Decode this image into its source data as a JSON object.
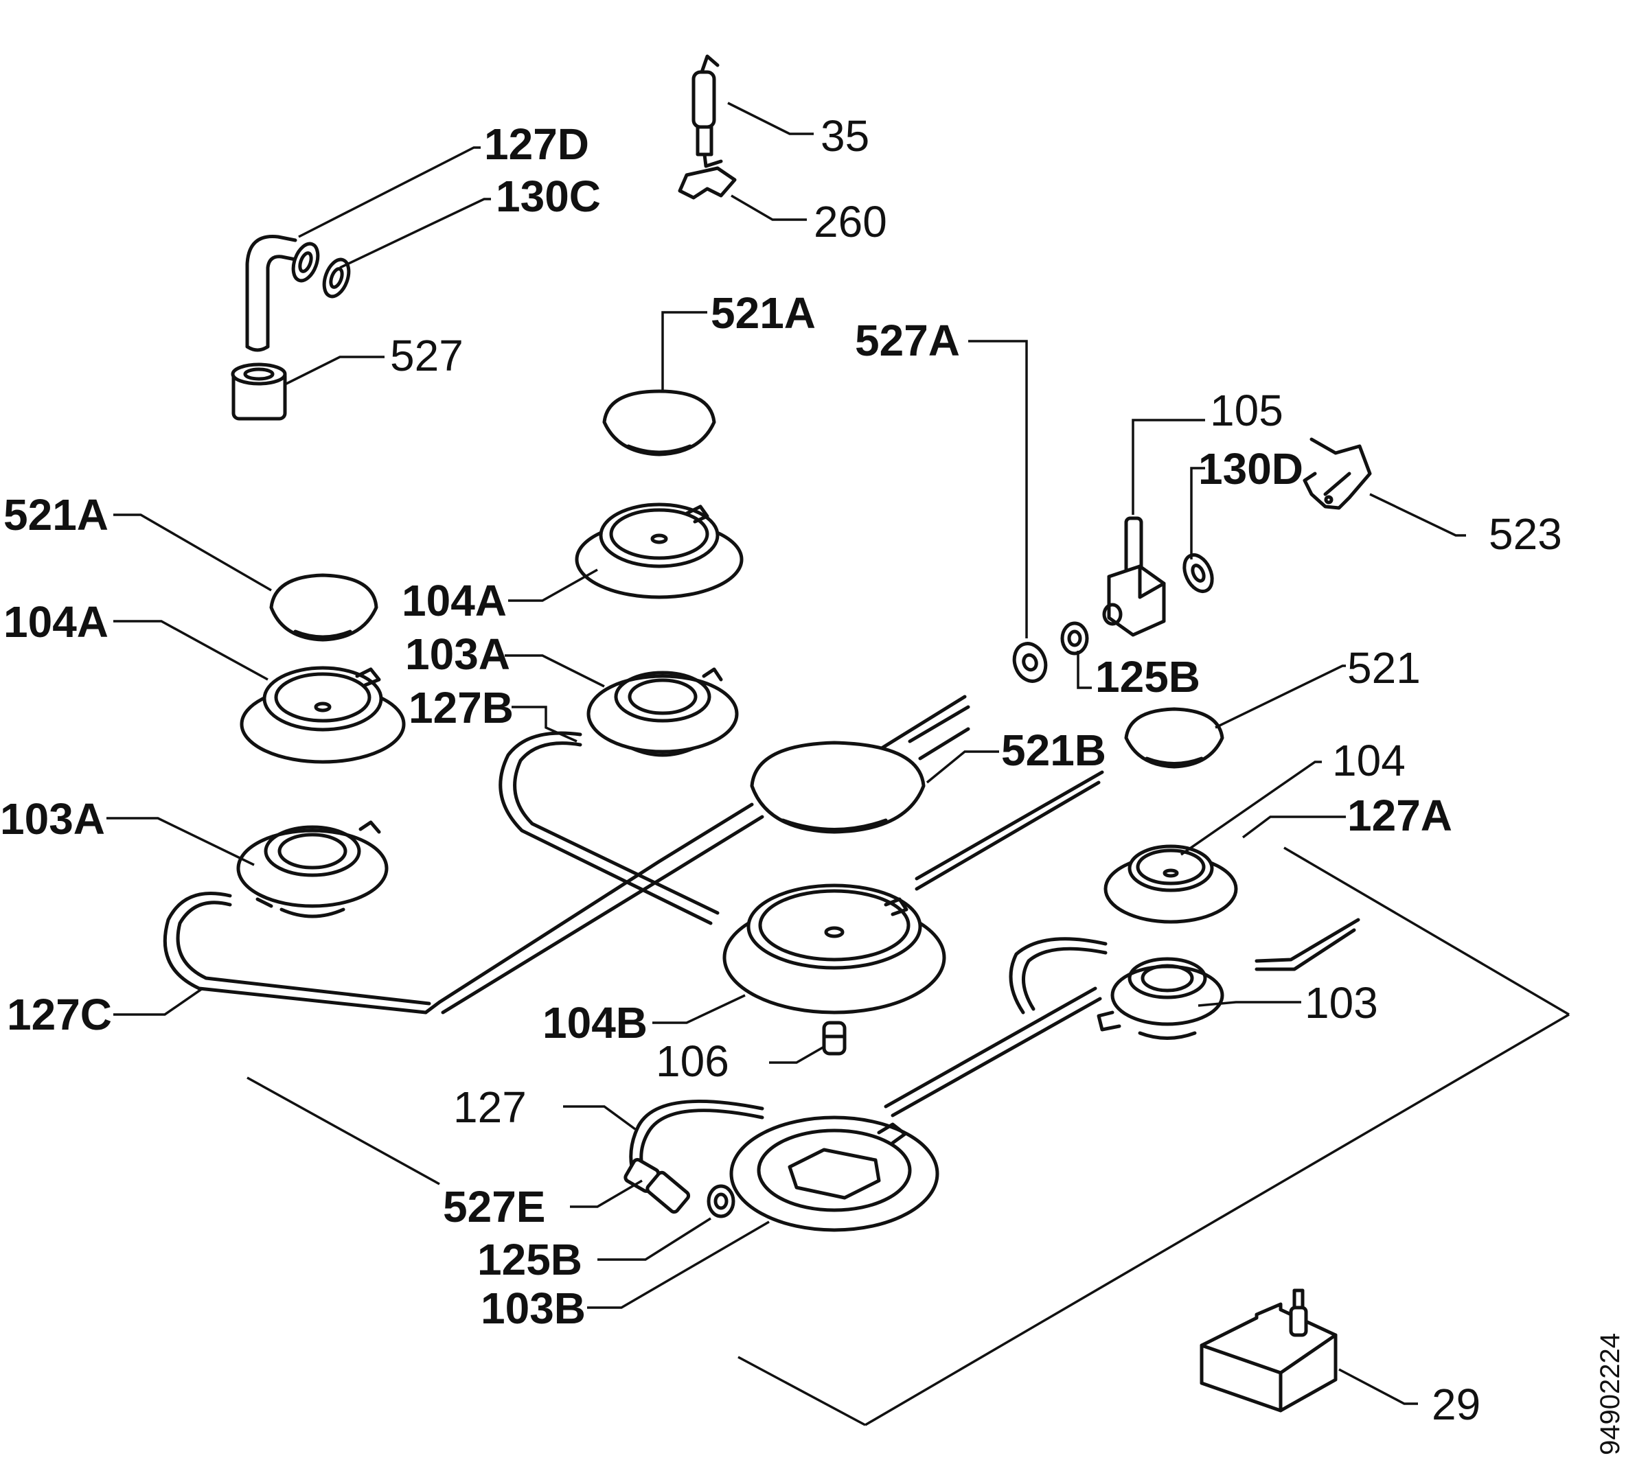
{
  "diagram": {
    "labels": {
      "l35": "35",
      "l260": "260",
      "l127D": "127D",
      "l130C": "130C",
      "l527": "527",
      "l521A_top": "521A",
      "l527A": "527A",
      "l105": "105",
      "l130D": "130D",
      "l523": "523",
      "l521A_left": "521A",
      "l104A_left": "104A",
      "l104A_center": "104A",
      "l103A_center": "103A",
      "l127B": "127B",
      "l125B_top": "125B",
      "l521": "521",
      "l521B": "521B",
      "l104": "104",
      "l127A": "127A",
      "l103A_left": "103A",
      "l127C": "127C",
      "l104B": "104B",
      "l103": "103",
      "l106": "106",
      "l127": "127",
      "l527E": "527E",
      "l125B_bottom": "125B",
      "l103B": "103B",
      "l29": "29",
      "code": "94902224"
    }
  }
}
